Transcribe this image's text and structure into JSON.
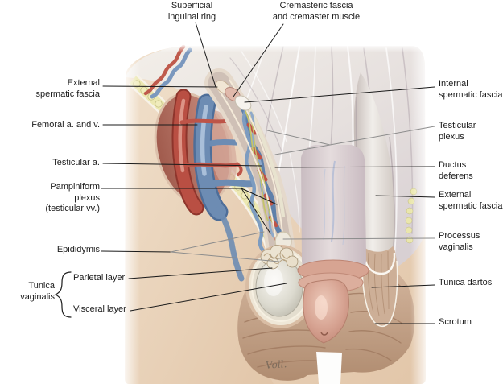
{
  "figure": {
    "subject": "Male inguinal region, spermatic cord, testis and scrotum - anterior dissection",
    "signature": "Voll."
  },
  "palette": {
    "background": "#ffffff",
    "skin": "#ead7c1",
    "fascia": "#ece7e3",
    "fat_yellow": "#ece8b2",
    "artery_red": "#b94f43",
    "vein_blue": "#6d8cb3",
    "nerve_yellow": "#c5c46a",
    "testis_gray": "#e3e1d6",
    "glans_pink": "#d6a291",
    "scrotum_tan": "#c4a086",
    "label_text": "#1b1b1b",
    "leader_line": "#1b1b1b",
    "leader_line_gray": "#8d8d8d"
  },
  "labels": {
    "top": [
      {
        "id": "superficial-inguinal-ring",
        "text": "Superficial\ninguinal ring"
      },
      {
        "id": "cremasteric-fascia",
        "text": "Cremasteric fascia\nand cremaster muscle"
      }
    ],
    "left": [
      {
        "id": "external-spermatic-fascia",
        "text": "External\nspermatic fascia"
      },
      {
        "id": "femoral-a-and-v",
        "text": "Femoral a. and v."
      },
      {
        "id": "testicular-a",
        "text": "Testicular a."
      },
      {
        "id": "pampiniform-plexus",
        "text": "Pampiniform\nplexus\n(testicular vv.)"
      },
      {
        "id": "epididymis",
        "text": "Epididymis"
      },
      {
        "id": "tunica-vaginalis",
        "text": "Tunica\nvaginalis"
      },
      {
        "id": "parietal-layer",
        "text": "Parietal layer"
      },
      {
        "id": "visceral-layer",
        "text": "Visceral layer"
      }
    ],
    "right": [
      {
        "id": "internal-spermatic-fascia",
        "text": "Internal\nspermatic fascia"
      },
      {
        "id": "testicular-plexus",
        "text": "Testicular plexus"
      },
      {
        "id": "ductus-deferens",
        "text": "Ductus deferens"
      },
      {
        "id": "external-spermatic-fascia-right",
        "text": "External\nspermatic fascia"
      },
      {
        "id": "processus-vaginalis",
        "text": "Processus\nvaginalis"
      },
      {
        "id": "tunica-dartos",
        "text": "Tunica dartos"
      },
      {
        "id": "scrotum",
        "text": "Scrotum"
      }
    ]
  }
}
